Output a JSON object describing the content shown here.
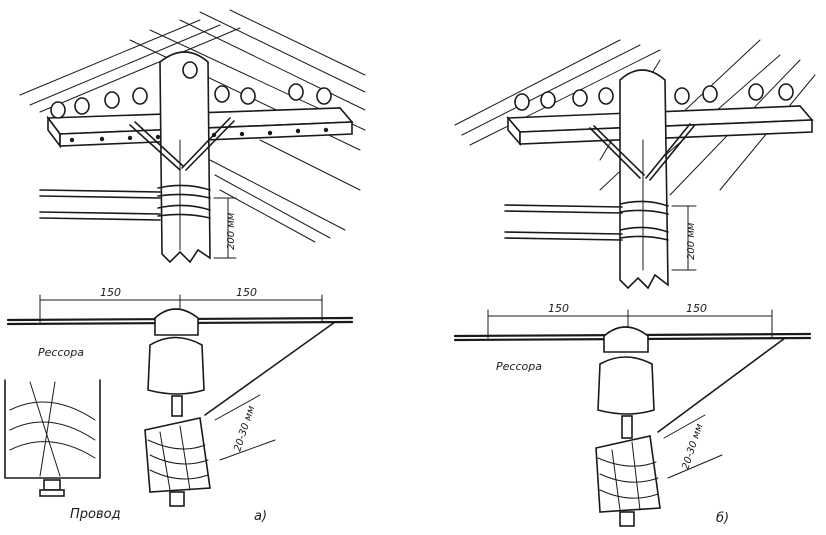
{
  "panel_a": {
    "vertical_dim": "200 мм",
    "dim_left": "150",
    "dim_right": "150",
    "spring_label": "Рессора",
    "gap_dim": "20-30 мм",
    "wire_label": "Провод",
    "caption": "а)"
  },
  "panel_b": {
    "vertical_dim": "200 мм",
    "dim_left": "150",
    "dim_right": "150",
    "spring_label": "Рессора",
    "gap_dim": "20-30 мм",
    "caption": "б)"
  }
}
